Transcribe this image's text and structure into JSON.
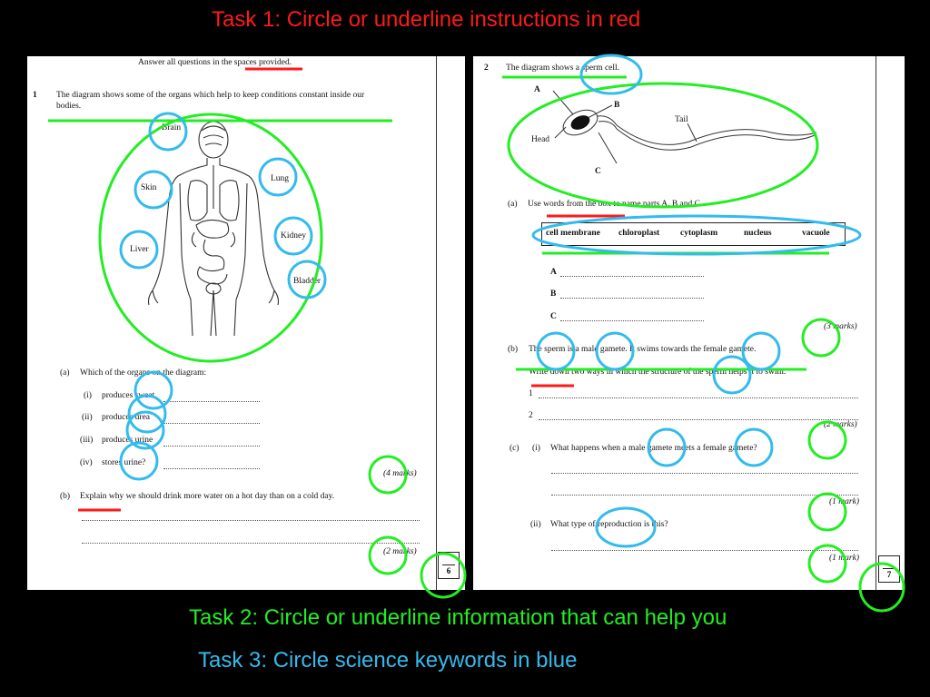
{
  "tasks": {
    "task1": "Task 1: Circle or underline instructions in red",
    "task2": "Task 2: Circle or underline information that can help you",
    "task3": "Task 3: Circle science keywords in blue"
  },
  "colors": {
    "red": "#ff1a1a",
    "green": "#22ee22",
    "blue": "#33bbee"
  },
  "page_left": {
    "instruction": "Answer all questions in the spaces provided.",
    "q1_number": "1",
    "q1_text_line1": "The diagram shows some of the organs which help to keep conditions constant inside our",
    "q1_text_line2": "bodies.",
    "organ_labels": [
      "Brain",
      "Lung",
      "Skin",
      "Kidney",
      "Liver",
      "Bladder"
    ],
    "part_a_label": "(a)",
    "part_a_text": "Which of the organs on the diagram:",
    "part_a_items": [
      {
        "num": "(i)",
        "text": "produces sweat"
      },
      {
        "num": "(ii)",
        "text": "produces urea"
      },
      {
        "num": "(iii)",
        "text": "produces urine"
      },
      {
        "num": "(iv)",
        "text": "stores urine?"
      }
    ],
    "part_a_marks": "(4 marks)",
    "part_b_label": "(b)",
    "part_b_text": "Explain why we should drink more water on a hot day than on a cold day.",
    "part_b_marks": "(2 marks)",
    "page_number": "6"
  },
  "page_right": {
    "q2_number": "2",
    "q2_text": "The diagram shows a sperm cell.",
    "diagram_labels": {
      "a": "A",
      "b": "B",
      "c": "C",
      "head": "Head",
      "tail": "Tail"
    },
    "part_a_label": "(a)",
    "part_a_text": "Use words from the box to name parts A, B and C.",
    "word_box": [
      "cell membrane",
      "chloroplast",
      "cytoplasm",
      "nucleus",
      "vacuole"
    ],
    "answer_labels": [
      "A",
      "B",
      "C"
    ],
    "part_a_marks": "(3 marks)",
    "part_b_label": "(b)",
    "part_b_text1": "The sperm is a male gamete. It swims towards the female gamete.",
    "part_b_text2": "Write down two ways in which the structure of the sperm helps it to swim.",
    "part_b_lines": [
      "1",
      "2"
    ],
    "part_b_marks": "(2 marks)",
    "part_c_label": "(c)",
    "part_c_i_num": "(i)",
    "part_c_i_text": "What happens when a male gamete meets a female gamete?",
    "part_c_i_marks": "(1 mark)",
    "part_c_ii_num": "(ii)",
    "part_c_ii_text": "What type of reproduction is this?",
    "part_c_ii_marks": "(1 mark)",
    "page_number": "7"
  }
}
